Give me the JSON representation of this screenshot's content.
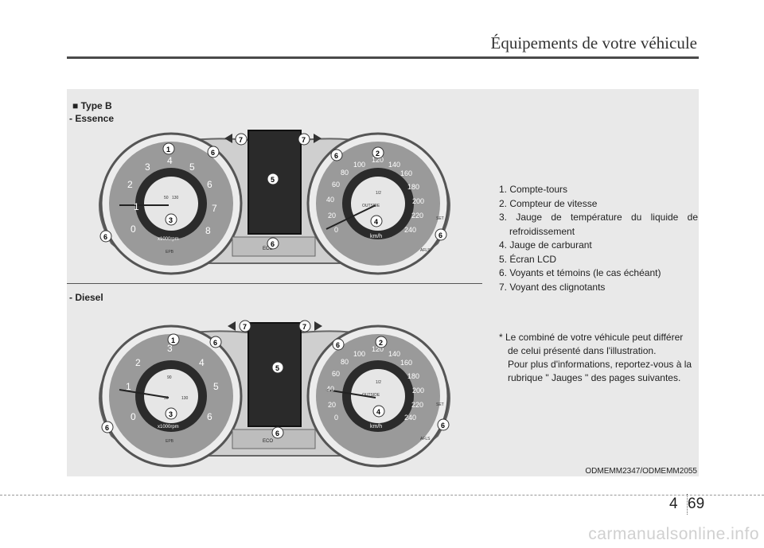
{
  "header": {
    "title": "Équipements de votre véhicule"
  },
  "section": {
    "type_label": "■ Type B",
    "essence_label": "- Essence",
    "diesel_label": "- Diesel"
  },
  "cluster": {
    "rpm_numbers_essence": [
      "1",
      "2",
      "3",
      "4",
      "5",
      "6",
      "7",
      "8",
      "0"
    ],
    "rpm_numbers_diesel": [
      "1",
      "2",
      "3",
      "4",
      "5",
      "6",
      "0"
    ],
    "rpm_unit": "x1000rpm",
    "speed_numbers": [
      "0",
      "20",
      "40",
      "60",
      "80",
      "100",
      "120",
      "140",
      "160",
      "180",
      "200",
      "220",
      "240"
    ],
    "speed_unit": "km/h",
    "outside_label": "OUTSIDE",
    "set_label": "SET",
    "afls_label": "AFLS",
    "eco_label": "ECO",
    "epb_label": "EPB",
    "temp_low": "50",
    "temp_high": "130",
    "temp_mid": "90",
    "fuel_mark": "1/2",
    "callouts": {
      "c1": "1",
      "c2": "2",
      "c3": "3",
      "c4": "4",
      "c5": "5",
      "c6": "6",
      "c7": "7"
    }
  },
  "legend": {
    "items": [
      "1. Compte-tours",
      "2. Compteur de vitesse",
      "3. Jauge de température du liquide de",
      "refroidissement",
      "4. Jauge de carburant",
      "5. Écran LCD",
      "6. Voyants et témoins (le cas échéant)",
      "7. Voyant des clignotants"
    ],
    "note_lines": [
      "* Le combiné de votre véhicule peut différer",
      "de celui présenté dans l'illustration.",
      "Pour plus d'informations, reportez-vous à la",
      "rubrique \" Jauges \" des pages suivantes."
    ]
  },
  "figure_code": "ODMEMM2347/ODMEMM2055",
  "footer": {
    "chapter": "4",
    "page": "69"
  },
  "watermark": "carmanualsonline.info"
}
